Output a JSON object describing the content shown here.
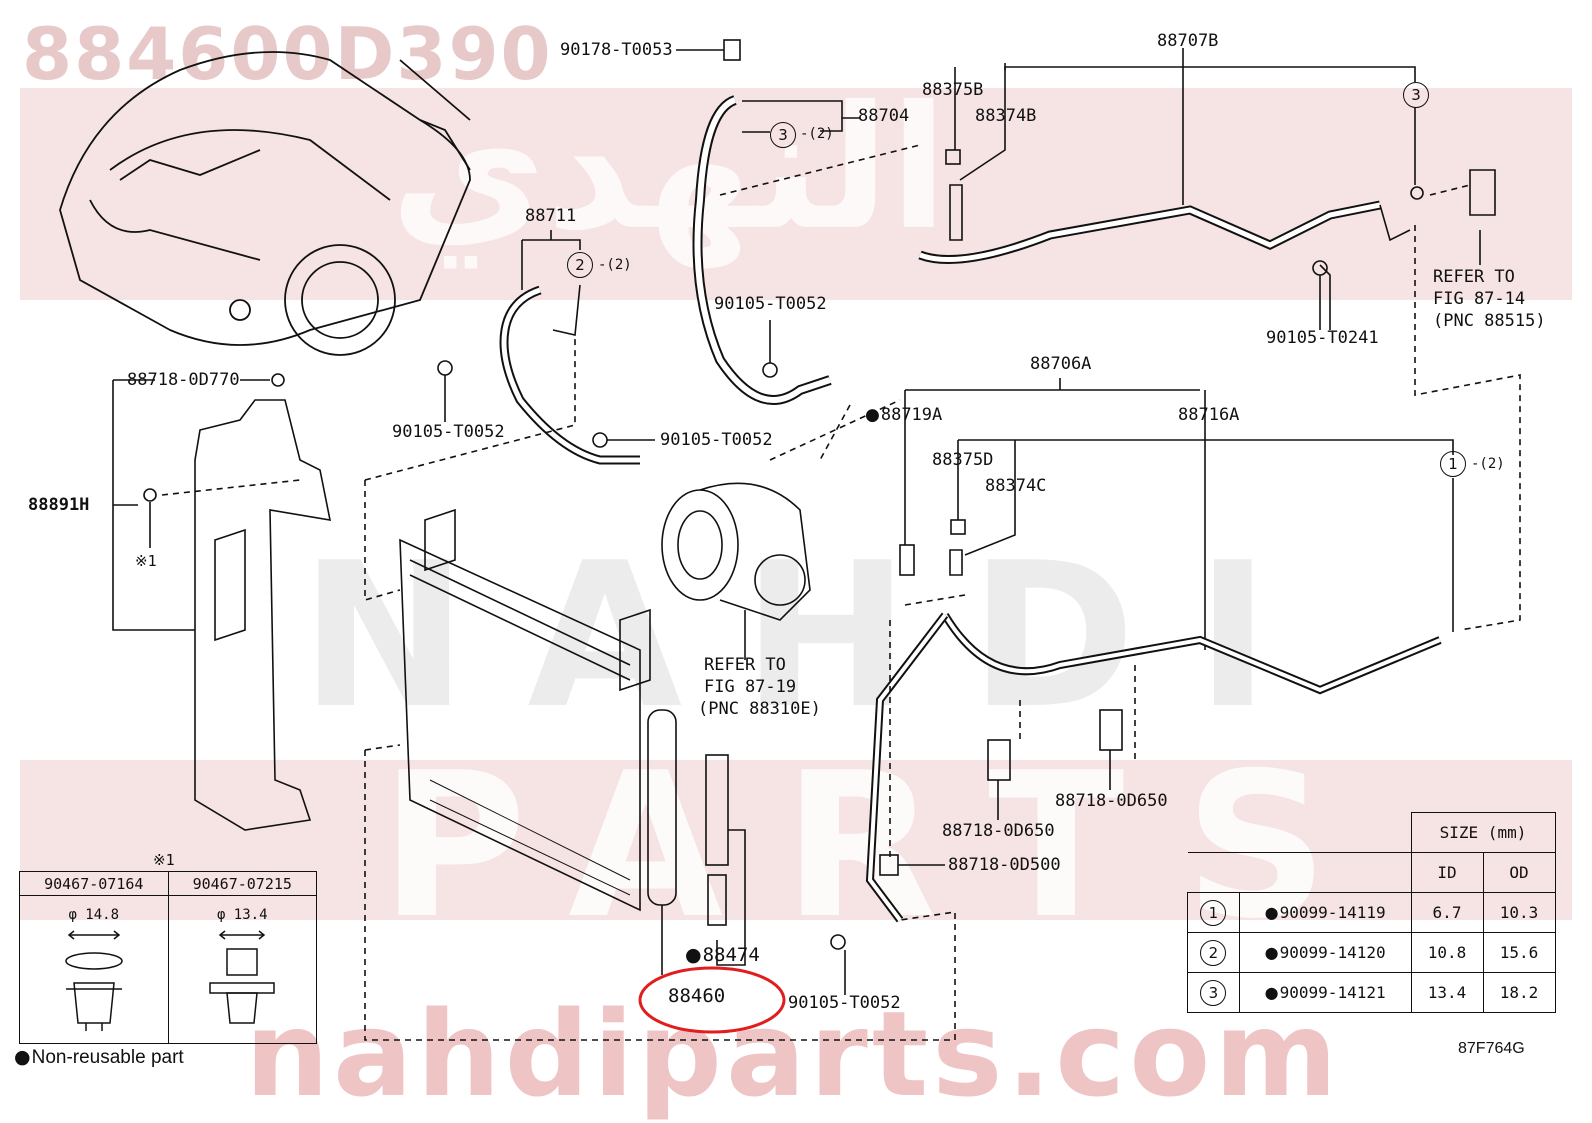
{
  "watermark": {
    "part_number": "884600D390",
    "arabic": "النهدي",
    "latin_top": "NAHDI",
    "latin_bottom": "PARTS",
    "site": "nahdiparts.com"
  },
  "labels": {
    "p90178": "90178-T0053",
    "p88704": "88704",
    "p88707B": "88707B",
    "p88375B": "88375B",
    "p88374B": "88374B",
    "p88711": "88711",
    "p90105a": "90105-T0052",
    "p90105b": "90105-T0052",
    "p90105c": "90105-T0052",
    "p90105d": "90105-T0052",
    "p90105e": "90105-T0241",
    "p88718_770": "88718-0D770",
    "p88891H": "88891H",
    "star1": "※1",
    "p88706A": "88706A",
    "p88719A": "88719A",
    "p88716A": "88716A",
    "p88375D": "88375D",
    "p88374C": "88374C",
    "refer1": [
      "REFER TO",
      "FIG 87-14",
      "(PNC 88515)"
    ],
    "refer2": [
      "REFER TO",
      "FIG 87-19",
      "(PNC 88310E)"
    ],
    "p88718_650a": "88718-0D650",
    "p88718_650b": "88718-0D650",
    "p88718_500": "88718-0D500",
    "p88474": "88474",
    "p88460": "88460",
    "c3": "3",
    "c2a": "2",
    "c2b": "2",
    "c3b": "3",
    "c1": "1",
    "qty2": "-(2)"
  },
  "clip_table": {
    "header_note": "※1",
    "columns": [
      "90467-07164",
      "90467-07215"
    ],
    "dims": [
      "φ 14.8",
      "φ 13.4"
    ]
  },
  "size_table": {
    "title": "SIZE (mm)",
    "sub": [
      "ID",
      "OD"
    ],
    "rows": [
      {
        "n": "1",
        "part": "90099-14119",
        "id": "6.7",
        "od": "10.3"
      },
      {
        "n": "2",
        "part": "90099-14120",
        "id": "10.8",
        "od": "15.6"
      },
      {
        "n": "3",
        "part": "90099-14121",
        "id": "13.4",
        "od": "18.2"
      }
    ]
  },
  "legend": {
    "non_reusable": "Non-reusable part"
  },
  "figure_id": "87F764G",
  "colors": {
    "watermark_band": "#f6e3e3",
    "watermark_text": "#e8c9c9",
    "highlight": "#e21d1d"
  }
}
